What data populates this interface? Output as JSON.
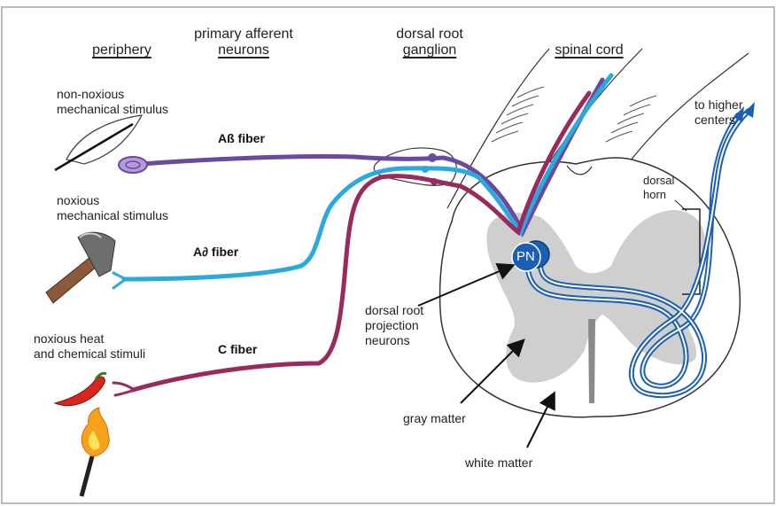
{
  "headers": {
    "periphery": "periphery",
    "primary_afferent_line1": "primary afferent",
    "primary_afferent_line2": "neurons",
    "ganglion_line1": "dorsal root",
    "ganglion_line2": "ganglion",
    "spinal_cord": "spinal cord"
  },
  "stimuli": {
    "non_noxious_line1": "non-noxious",
    "non_noxious_line2": "mechanical stimulus",
    "noxious_mech_line1": "noxious",
    "noxious_mech_line2": "mechanical stimulus",
    "heat_line1": "noxious heat",
    "heat_line2": "and chemical stimuli"
  },
  "fibers": {
    "abeta": "Aß fiber",
    "adelta": "A∂ fiber",
    "c": "C fiber"
  },
  "cord_labels": {
    "to_higher_line1": "to higher",
    "to_higher_line2": "centers",
    "dorsal_horn_line1": "dorsal",
    "dorsal_horn_line2": "horn",
    "projection_line1": "dorsal root",
    "projection_line2": "projection",
    "projection_line3": "neurons",
    "gray_matter": "gray matter",
    "white_matter": "white matter",
    "pn": "PN"
  },
  "colors": {
    "abeta": "#6a4a9c",
    "adelta": "#29a9e0",
    "c": "#9a2a5e",
    "projection": "#1a5fb4",
    "gray_matter": "#cfcfcf"
  }
}
